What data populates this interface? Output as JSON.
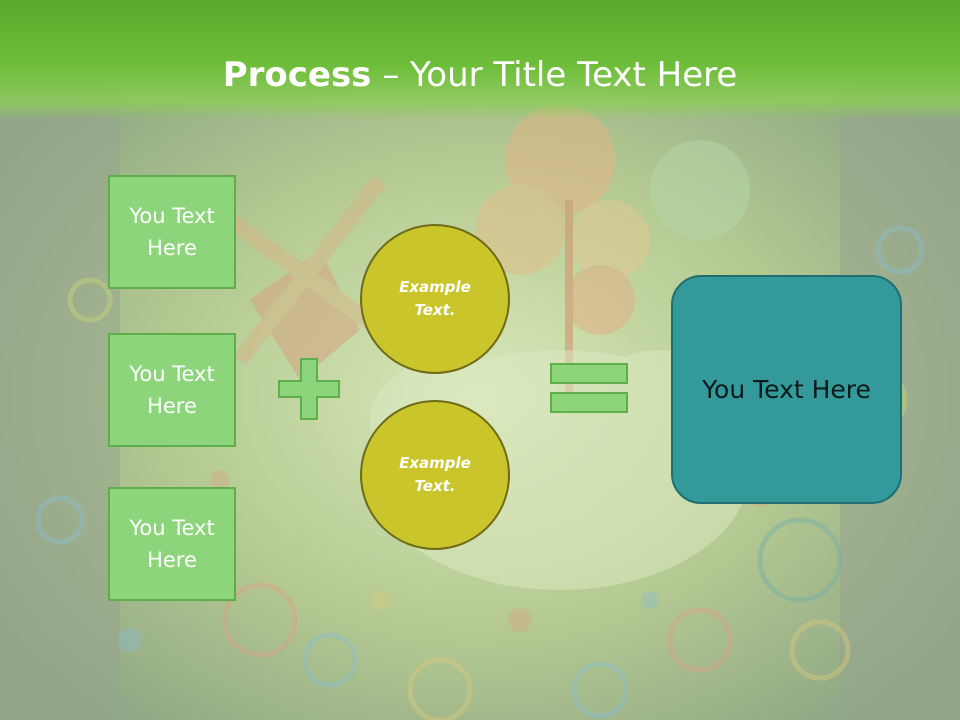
{
  "slide": {
    "title_bold": "Process",
    "title_rest": " – Your Title Text Here",
    "boxes": [
      "You Text Here",
      "You Text Here",
      "You Text Here"
    ],
    "circles": [
      "Example Text.",
      "Example Text."
    ],
    "result": "You Text Here"
  },
  "colors": {
    "header_green": "#6fbe3a",
    "box_green": "#8cd57a",
    "circle_olive": "#c9c52a",
    "result_teal": "#33999a"
  },
  "icons": [
    "plus-icon",
    "equals-icon"
  ]
}
